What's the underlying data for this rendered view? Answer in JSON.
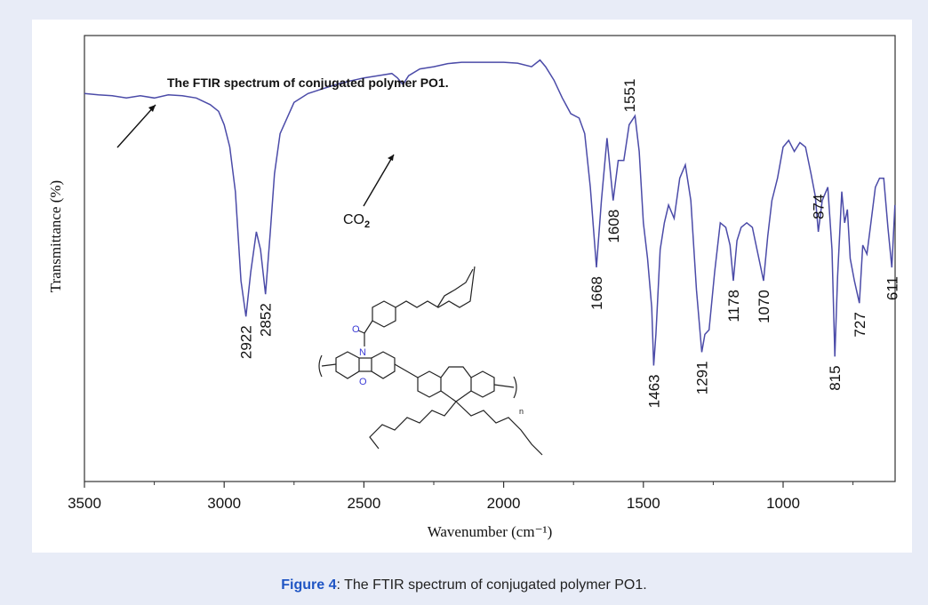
{
  "chart_data": {
    "type": "line",
    "title": "The FTIR spectrum of conjugated polymer PO1.",
    "xlabel": "Wavenumber (cm⁻¹)",
    "ylabel": "Transmittance (%)",
    "xlim": [
      3500,
      600
    ],
    "x_ticks": [
      3500,
      3000,
      2500,
      2000,
      1500,
      1000
    ],
    "ylim": [
      0,
      100
    ],
    "grid": false,
    "line_color": "#4b4ba8",
    "series": [
      {
        "points": [
          [
            3500,
            87
          ],
          [
            3450,
            86.7
          ],
          [
            3400,
            86.5
          ],
          [
            3350,
            86
          ],
          [
            3300,
            86.5
          ],
          [
            3250,
            86
          ],
          [
            3200,
            86.7
          ],
          [
            3150,
            86.5
          ],
          [
            3100,
            86
          ],
          [
            3050,
            84.5
          ],
          [
            3020,
            83
          ],
          [
            3000,
            80
          ],
          [
            2980,
            75
          ],
          [
            2960,
            65
          ],
          [
            2940,
            45
          ],
          [
            2922,
            37
          ],
          [
            2905,
            47
          ],
          [
            2885,
            56
          ],
          [
            2870,
            52
          ],
          [
            2852,
            42
          ],
          [
            2835,
            56
          ],
          [
            2820,
            69
          ],
          [
            2800,
            78
          ],
          [
            2750,
            85
          ],
          [
            2700,
            87
          ],
          [
            2650,
            88
          ],
          [
            2600,
            89
          ],
          [
            2550,
            89.8
          ],
          [
            2500,
            90.5
          ],
          [
            2450,
            91
          ],
          [
            2400,
            91.5
          ],
          [
            2380,
            90.5
          ],
          [
            2360,
            89
          ],
          [
            2340,
            91
          ],
          [
            2300,
            92.5
          ],
          [
            2250,
            93
          ],
          [
            2200,
            93.7
          ],
          [
            2150,
            94
          ],
          [
            2100,
            94
          ],
          [
            2050,
            94
          ],
          [
            2000,
            94
          ],
          [
            1950,
            93.8
          ],
          [
            1900,
            93
          ],
          [
            1870,
            94.5
          ],
          [
            1850,
            93
          ],
          [
            1820,
            90
          ],
          [
            1790,
            86
          ],
          [
            1760,
            82.5
          ],
          [
            1730,
            81.5
          ],
          [
            1710,
            78
          ],
          [
            1690,
            66
          ],
          [
            1668,
            48
          ],
          [
            1650,
            63
          ],
          [
            1630,
            77
          ],
          [
            1608,
            63
          ],
          [
            1590,
            72
          ],
          [
            1570,
            72
          ],
          [
            1551,
            80
          ],
          [
            1530,
            82
          ],
          [
            1515,
            74
          ],
          [
            1500,
            58
          ],
          [
            1485,
            50
          ],
          [
            1470,
            39
          ],
          [
            1463,
            26
          ],
          [
            1455,
            33
          ],
          [
            1440,
            52
          ],
          [
            1425,
            58
          ],
          [
            1410,
            62
          ],
          [
            1390,
            59
          ],
          [
            1370,
            68
          ],
          [
            1350,
            71
          ],
          [
            1330,
            63
          ],
          [
            1310,
            43
          ],
          [
            1291,
            29
          ],
          [
            1280,
            33
          ],
          [
            1265,
            34
          ],
          [
            1245,
            47
          ],
          [
            1225,
            58
          ],
          [
            1205,
            57
          ],
          [
            1190,
            53
          ],
          [
            1178,
            45
          ],
          [
            1165,
            54
          ],
          [
            1150,
            57
          ],
          [
            1130,
            58
          ],
          [
            1110,
            57
          ],
          [
            1090,
            51
          ],
          [
            1070,
            45
          ],
          [
            1055,
            55
          ],
          [
            1040,
            63
          ],
          [
            1020,
            68
          ],
          [
            1000,
            75
          ],
          [
            980,
            76.5
          ],
          [
            960,
            74
          ],
          [
            940,
            76
          ],
          [
            920,
            75
          ],
          [
            900,
            69
          ],
          [
            885,
            64
          ],
          [
            874,
            56
          ],
          [
            860,
            63
          ],
          [
            840,
            66
          ],
          [
            825,
            52
          ],
          [
            815,
            28
          ],
          [
            805,
            46
          ],
          [
            790,
            65
          ],
          [
            780,
            58
          ],
          [
            770,
            61
          ],
          [
            760,
            50
          ],
          [
            745,
            45
          ],
          [
            727,
            40
          ],
          [
            715,
            53
          ],
          [
            700,
            51
          ],
          [
            690,
            56
          ],
          [
            670,
            66
          ],
          [
            655,
            68
          ],
          [
            640,
            68
          ],
          [
            625,
            57
          ],
          [
            611,
            48
          ],
          [
            600,
            62
          ]
        ]
      }
    ],
    "peak_labels": [
      "2922",
      "2852",
      "1668",
      "1608",
      "1551",
      "1463",
      "1291",
      "1178",
      "1070",
      "874",
      "815",
      "727",
      "611"
    ],
    "annotation_co2": "CO",
    "annotation_co2_sub": "2"
  },
  "caption": {
    "label": "Figure 4",
    "text": ": The FTIR spectrum of conjugated polymer PO1."
  },
  "structure_labels": {
    "oxygen_carbonyl": "O",
    "nitrogen": "N",
    "oxygen_ring": "O",
    "repeat": "n"
  }
}
